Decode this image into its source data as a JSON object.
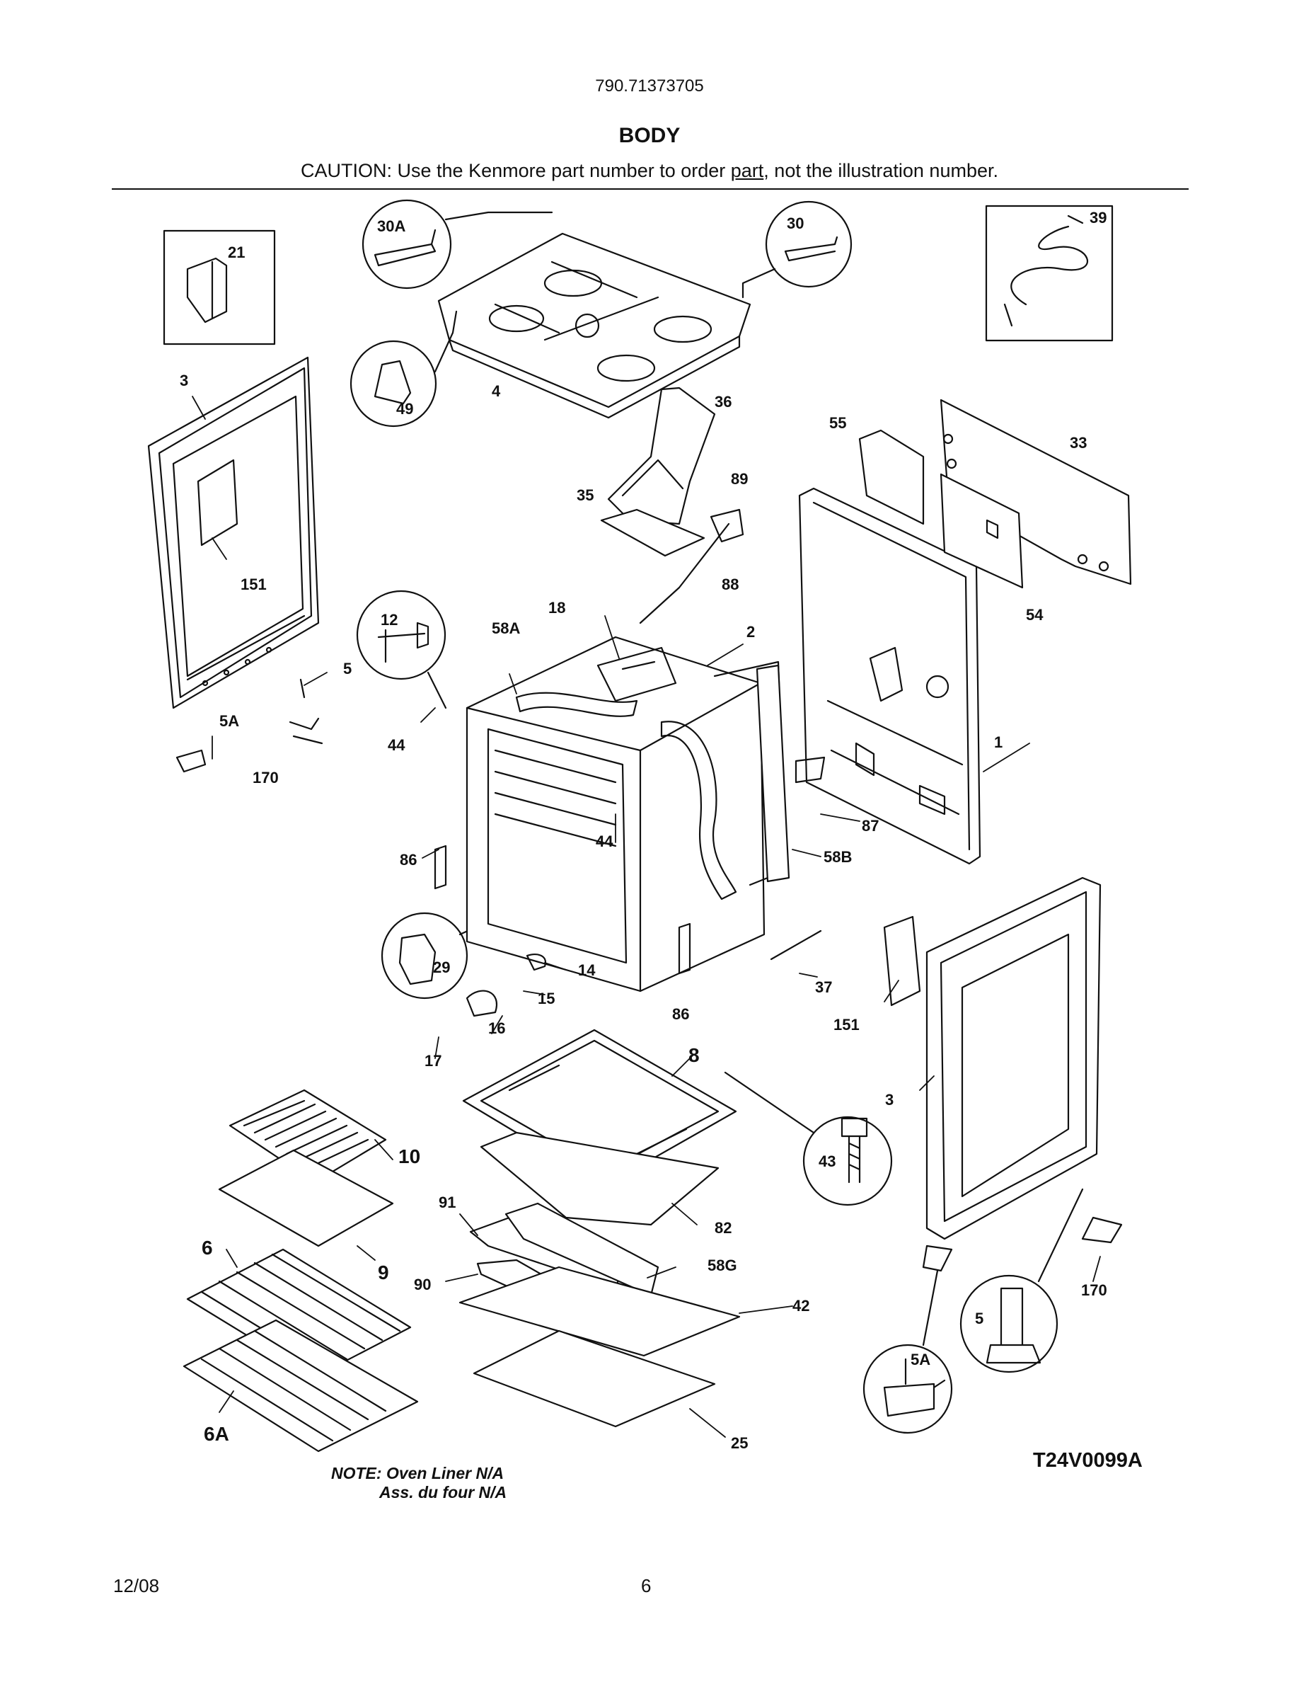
{
  "header": {
    "model_number": "790.71373705",
    "section_title": "BODY",
    "caution_prefix": "CAUTION: Use the Kenmore part number to order ",
    "caution_link": "part",
    "caution_suffix": ", not the illustration number."
  },
  "callouts": {
    "c30A": "30A",
    "c30": "30",
    "c21": "21",
    "c39": "39",
    "c3a": "3",
    "c49": "49",
    "c4": "4",
    "c36": "36",
    "c55": "55",
    "c33": "33",
    "c89": "89",
    "c35": "35",
    "c88": "88",
    "c151a": "151",
    "c54": "54",
    "c12": "12",
    "c18": "18",
    "c58A": "58A",
    "c2": "2",
    "c5a": "5",
    "c5Aa": "5A",
    "c44a": "44",
    "c170a": "170",
    "c1": "1",
    "c87": "87",
    "c86a": "86",
    "c44b": "44",
    "c58B": "58B",
    "c29": "29",
    "c14": "14",
    "c15": "15",
    "c37": "37",
    "c86b": "86",
    "c16": "16",
    "c151b": "151",
    "c17": "17",
    "c8": "8",
    "c3b": "3",
    "c43": "43",
    "c10": "10",
    "c91": "91",
    "c82": "82",
    "c6": "6",
    "c9": "9",
    "c58G": "58G",
    "c90": "90",
    "c42": "42",
    "c170b": "170",
    "c5b": "5",
    "c5Ab": "5A",
    "c6A": "6A",
    "c25": "25"
  },
  "note": {
    "line1": "NOTE: Oven Liner N/A",
    "line2": "Ass. du four N/A"
  },
  "drawing_number": "T24V0099A",
  "footer": {
    "date": "12/08",
    "page": "6"
  }
}
